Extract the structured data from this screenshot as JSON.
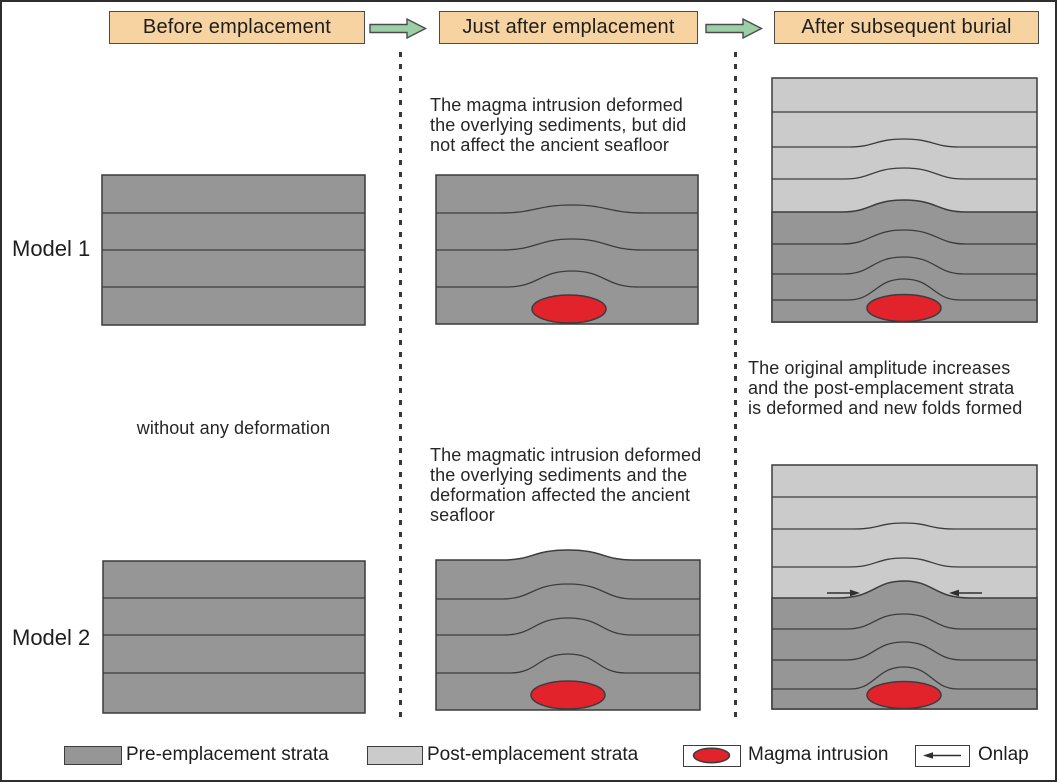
{
  "colors": {
    "pre_strata": "#969696",
    "post_strata": "#cbcbcb",
    "magma": "#e3232b",
    "header_fill": "#f6d3a0",
    "arrow_fill": "#9ccfa6"
  },
  "headers": {
    "stage1": "Before emplacement",
    "stage2": "Just after emplacement",
    "stage3": "After subsequent burial"
  },
  "rows": {
    "model1": "Model 1",
    "model2": "Model 2"
  },
  "annotations": {
    "before_column": "without any deformation",
    "model1_after": "The magma intrusion deformed\nthe overlying sediments, but did\nnot affect the ancient seafloor",
    "model1_burial": "The original amplitude increases\nand the post-emplacement strata\nis deformed and new folds formed",
    "model2_after": "The magmatic intrusion deformed\nthe overlying sediments and the\ndeformation affected the ancient\nseafloor"
  },
  "legend": {
    "pre": "Pre-emplacement strata",
    "post": "Post-emplacement strata",
    "magma": "Magma intrusion",
    "onlap": "Onlap"
  }
}
